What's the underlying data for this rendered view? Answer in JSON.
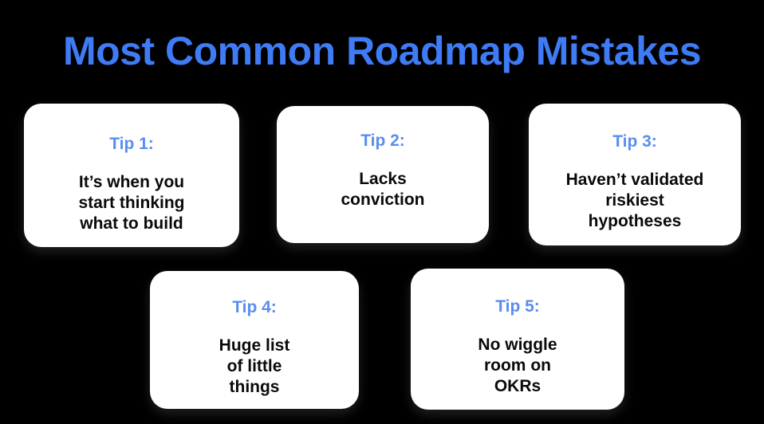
{
  "slide": {
    "background_color": "#000000",
    "title": "Most Common Roadmap Mistakes",
    "title_color": "#3F7BF5",
    "card_background": "#FFFFFF",
    "tip_label_color": "#5A8DF0",
    "body_text_color": "#0A0A0A"
  },
  "cards": [
    {
      "tip_label": "Tip 1:",
      "body": "It’s when you\nstart thinking\nwhat to build"
    },
    {
      "tip_label": "Tip 2:",
      "body": "Lacks\nconviction"
    },
    {
      "tip_label": "Tip 3:",
      "body": "Haven’t validated\nriskiest\nhypotheses"
    },
    {
      "tip_label": "Tip 4:",
      "body": "Huge list\nof little\nthings"
    },
    {
      "tip_label": "Tip 5:",
      "body": "No wiggle\nroom on\nOKRs"
    }
  ]
}
